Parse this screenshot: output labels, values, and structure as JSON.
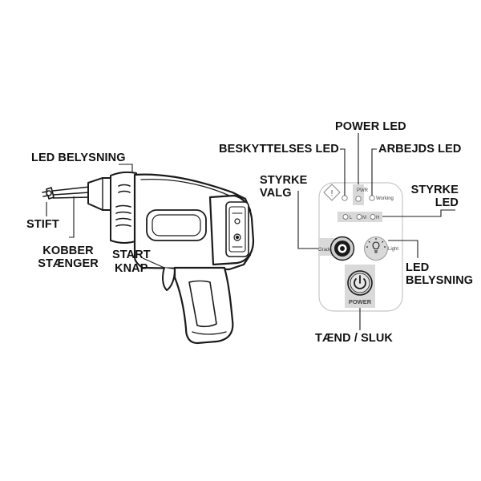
{
  "labels": {
    "led_lighting_tool": "LED BELYSNING",
    "pin": "STIFT",
    "copper_rods_1": "KOBBER",
    "copper_rods_2": "STÆNGER",
    "start_1": "START",
    "start_2": "KNAP",
    "power_led": "POWER LED",
    "protection_led": "BESKYTTELSES LED",
    "working_led": "ARBEJDS LED",
    "strength_select_1": "STYRKE",
    "strength_select_2": "VALG",
    "strength_led_1": "STYRKE",
    "strength_led_2": "LED",
    "led_lighting_panel_1": "LED",
    "led_lighting_panel_2": "BELYSNING",
    "on_off": "TÆND / SLUK"
  },
  "panel": {
    "pwr": "PWR",
    "working": "Working",
    "level_l": "L",
    "level_m": "M",
    "level_h": "H",
    "grade": "Grade",
    "light": "Light",
    "power": "POWER"
  },
  "colors": {
    "line": "#1a1a1a",
    "panel_border": "#c8c8c8",
    "highlight": "#d9d9d9",
    "text": "#111111"
  }
}
